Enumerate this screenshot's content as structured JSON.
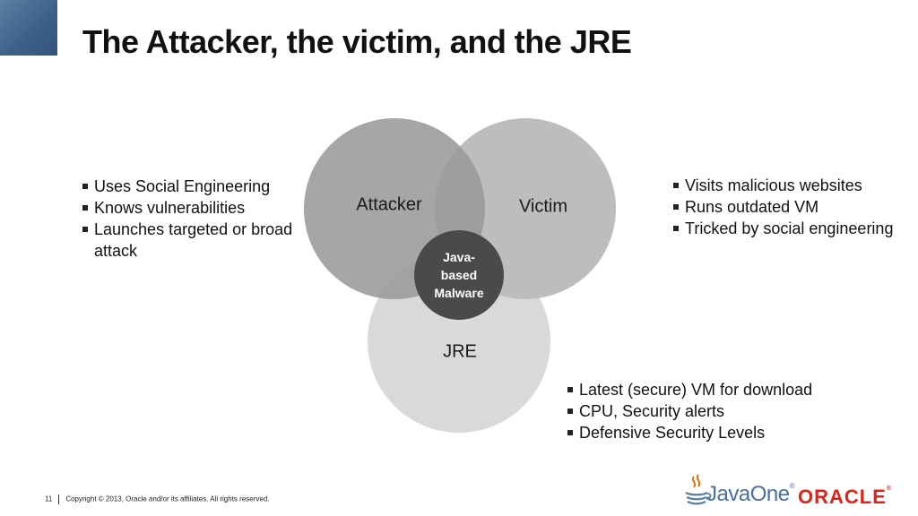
{
  "slide": {
    "title": "The Attacker, the victim, and the JRE"
  },
  "venn": {
    "attacker_label": "Attacker",
    "victim_label": "Victim",
    "jre_label": "JRE",
    "center_lines": [
      "Java-",
      "based",
      "Malware"
    ],
    "colors": {
      "attacker": "#9a9a9a",
      "victim": "#bdbdbd",
      "jre": "#d9d9d9",
      "center": "#4a4a4a"
    }
  },
  "attacker_bullets": [
    "Uses Social Engineering",
    "Knows vulnerabilities",
    "Launches targeted or broad attack"
  ],
  "victim_bullets": [
    "Visits malicious websites",
    "Runs outdated VM",
    "Tricked by social engineering"
  ],
  "jre_bullets": [
    "Latest (secure) VM for download",
    "CPU, Security alerts",
    "Defensive Security Levels"
  ],
  "footer": {
    "page_number": "11",
    "copyright": "Copyright © 2013, Oracle and/or its affiliates. All rights reserved."
  },
  "logos": {
    "javaone": "JavaOne",
    "oracle": "ORACLE",
    "java_icon": "java-cup-icon"
  }
}
